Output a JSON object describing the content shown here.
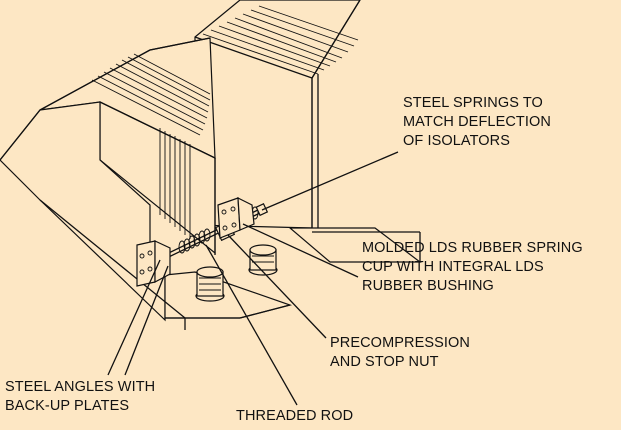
{
  "labels": {
    "steel_springs": [
      "STEEL SPRINGS TO",
      "MATCH DEFLECTION",
      "OF ISOLATORS"
    ],
    "molded_rubber": [
      "MOLDED LDS RUBBER SPRING",
      "CUP WITH INTEGRAL LDS",
      "RUBBER  BUSHING"
    ],
    "precompression": [
      "PRECOMPRESSION",
      "AND STOP NUT"
    ],
    "steel_angles": [
      "STEEL ANGLES WITH",
      "BACK-UP PLATES"
    ],
    "threaded_rod": "THREADED ROD"
  },
  "colors": {
    "background": "#fde7c4",
    "line": "#111111"
  }
}
